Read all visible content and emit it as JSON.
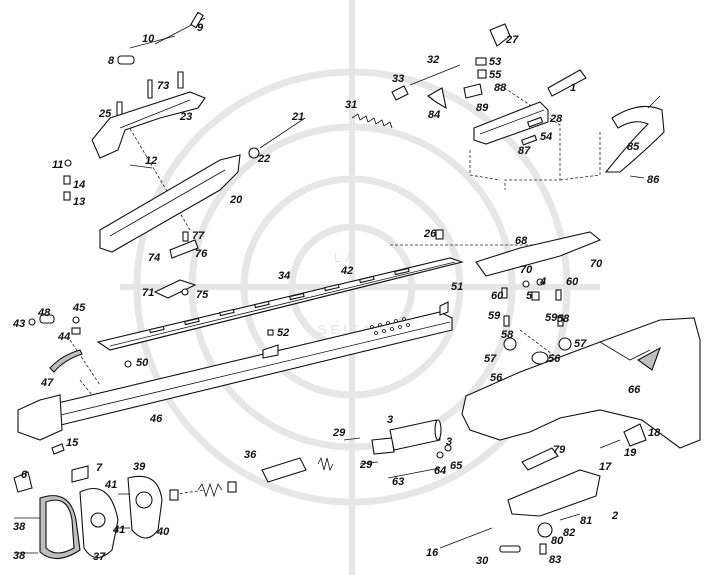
{
  "diagram": {
    "watermark": {
      "word_top": "LA",
      "word_bottom": "SEITA",
      "color": "#e6e6e6"
    },
    "callouts": [
      "1",
      "2",
      "3",
      "3",
      "4",
      "5",
      "6",
      "7",
      "8",
      "9",
      "10",
      "11",
      "12",
      "13",
      "14",
      "15",
      "16",
      "17",
      "18",
      "19",
      "20",
      "21",
      "22",
      "23",
      "25",
      "26",
      "27",
      "28",
      "29",
      "29",
      "30",
      "31",
      "32",
      "33",
      "34",
      "36",
      "37",
      "38",
      "38",
      "39",
      "40",
      "41",
      "41",
      "42",
      "43",
      "44",
      "45",
      "46",
      "47",
      "48",
      "50",
      "51",
      "52",
      "53",
      "54",
      "55",
      "56",
      "56",
      "57",
      "57",
      "58",
      "58",
      "59",
      "59",
      "60",
      "60",
      "63",
      "64",
      "65",
      "66",
      "68",
      "70",
      "70",
      "71",
      "73",
      "74",
      "75",
      "76",
      "77",
      "79",
      "80",
      "81",
      "82",
      "83",
      "84",
      "85",
      "86",
      "87",
      "88",
      "89"
    ]
  }
}
